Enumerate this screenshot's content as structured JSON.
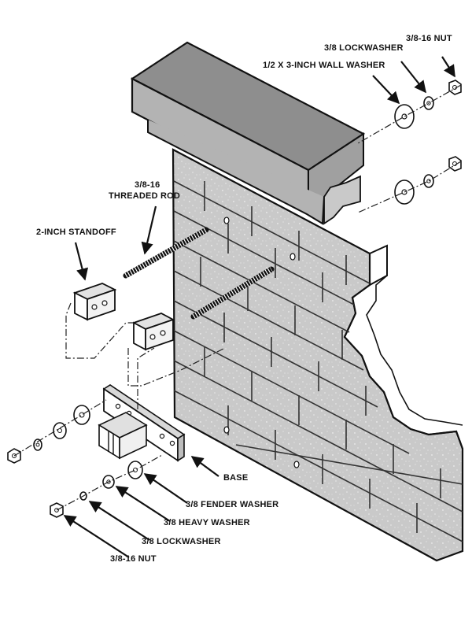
{
  "labels": {
    "top_nut": "3/8-16 NUT",
    "top_lockwasher": "3/8 LOCKWASHER",
    "wall_washer": "1/2 X 3-INCH WALL WASHER",
    "rod_line1": "3/8-16",
    "rod_line2": "THREADED ROD",
    "standoff": "2-INCH STANDOFF",
    "base": "BASE",
    "fender_washer": "3/8 FENDER WASHER",
    "heavy_washer": "3/8 HEAVY WASHER",
    "bottom_lockwasher": "3/8 LOCKWASHER",
    "bottom_nut": "3/8-16 NUT"
  },
  "colors": {
    "brick_fill": "#c9c9c9",
    "cap_top": "#8e8e8e",
    "cap_front": "#b3b3b3",
    "ink": "#111111"
  }
}
